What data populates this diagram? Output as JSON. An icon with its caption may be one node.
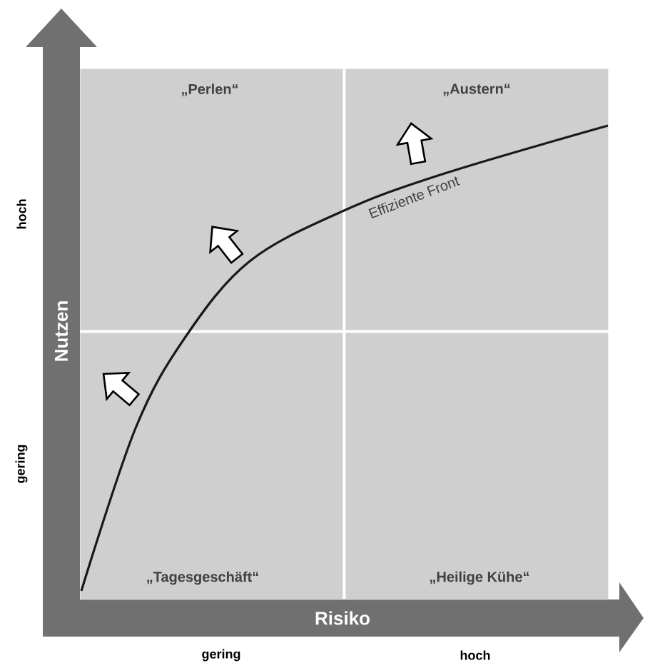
{
  "diagram": {
    "nodes": [
      {
        "text": [
          "„Perlen“"
        ]
      },
      {
        "text": [
          "„Austern“"
        ]
      },
      {
        "text": [
          "„Tagesgeschäft“"
        ]
      },
      {
        "text": [
          "„Heilige Kühe“"
        ]
      }
    ],
    "labels": [
      "hoch",
      "Nutzen",
      "gering",
      "Effiziente Front",
      "Risiko",
      "gering",
      "hoch"
    ]
  }
}
